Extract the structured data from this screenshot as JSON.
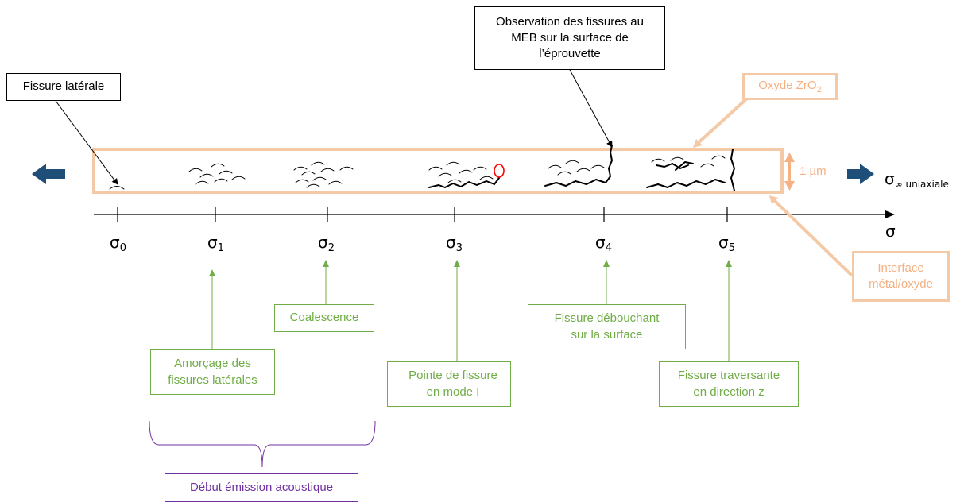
{
  "diagram": {
    "sem_observation": [
      "Observation des fissures au",
      "MEB sur la surface de",
      "l’éprouvette"
    ],
    "lateral_crack_label": "Fissure latérale",
    "oxide_label_prefix": "Oxyde ZrO",
    "oxide_label_sub": "2",
    "thickness_label": "1 µm",
    "sigma_inf_symbol": "σ",
    "sigma_inf_sub": "∞ uniaxiale",
    "axis_symbol": "σ",
    "interface_label": [
      "Interface",
      "métal/oxyde"
    ],
    "stress_levels": [
      {
        "symbol": "σ",
        "sub": "0"
      },
      {
        "symbol": "σ",
        "sub": "1"
      },
      {
        "symbol": "σ",
        "sub": "2"
      },
      {
        "symbol": "σ",
        "sub": "3"
      },
      {
        "symbol": "σ",
        "sub": "4"
      },
      {
        "symbol": "σ",
        "sub": "5"
      }
    ],
    "stages": [
      {
        "lines": [
          "Amorçage des",
          "fissures latérales"
        ]
      },
      {
        "lines": [
          "Coalescence"
        ]
      },
      {
        "lines": [
          "Pointe de fissure",
          "en mode I"
        ]
      },
      {
        "lines": [
          "Fissure débouchant",
          "sur la surface"
        ]
      },
      {
        "lines": [
          "Fissure traversante",
          "en direction z"
        ]
      }
    ],
    "acoustic_emission_label": "Début émission acoustique",
    "colors": {
      "green": "#70ad47",
      "orange": "#f4c9a6",
      "orange_text": "#f4b183",
      "purple": "#7030a0",
      "navy": "#1f4e79",
      "red": "#ff0000"
    }
  }
}
